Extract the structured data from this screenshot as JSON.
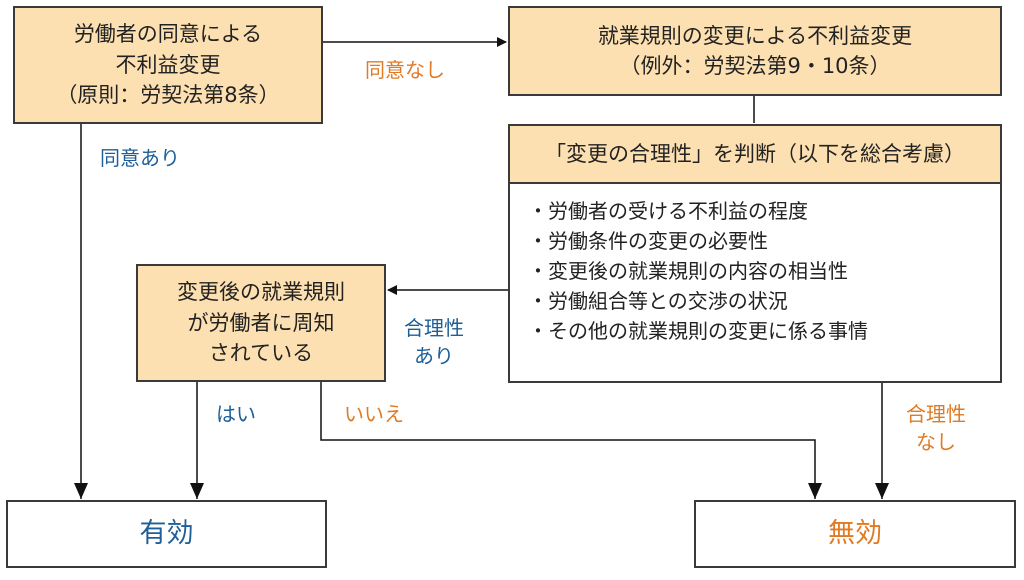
{
  "boxes": {
    "consent": {
      "lines": [
        "労働者の同意による",
        "不利益変更",
        "（原則：労契法第8条）"
      ]
    },
    "rules_change": {
      "lines": [
        "就業規則の変更による不利益変更",
        "（例外：労契法第9・10条）"
      ]
    },
    "reasonableness": {
      "title": "「変更の合理性」を判断（以下を総合考慮）",
      "items": [
        "・労働者の受ける不利益の程度",
        "・労働条件の変更の必要性",
        "・変更後の就業規則の内容の相当性",
        "・労働組合等との交渉の状況",
        "・その他の就業規則の変更に係る事情"
      ]
    },
    "notice": {
      "lines": [
        "変更後の就業規則",
        "が労働者に周知",
        "されている"
      ]
    },
    "valid": {
      "label": "有効"
    },
    "invalid": {
      "label": "無効"
    }
  },
  "edges": {
    "no_consent": "同意なし",
    "consent_yes": "同意あり",
    "reasonable_yes": [
      "合理性",
      "あり"
    ],
    "reasonable_no": [
      "合理性",
      "なし"
    ],
    "yes": "はい",
    "no": "いいえ"
  },
  "colors": {
    "box_fill": "#fde0b1",
    "positive": "#1e5f99",
    "negative": "#e07a23"
  }
}
